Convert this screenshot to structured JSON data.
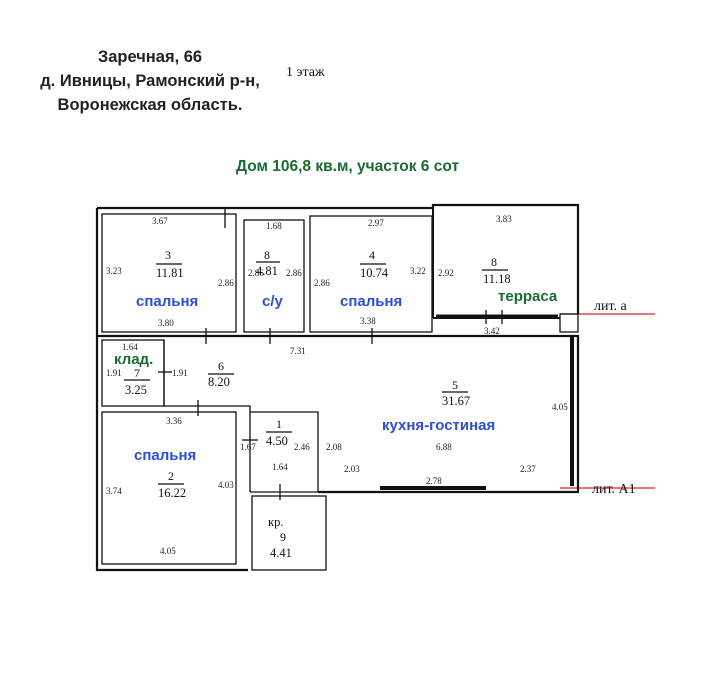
{
  "header": {
    "address_line1": "Заречная, 66",
    "address_line2": "д. Ивницы, Рамонский р-н,",
    "address_line3": "Воронежская область.",
    "floor": "1 этаж",
    "subtitle": "Дом 106,8 кв.м, участок 6 сот"
  },
  "rooms": {
    "r3": {
      "num": "3",
      "area": "11.81",
      "label": "спальня",
      "w_top": "3.67",
      "h_left": "3.23",
      "h_right": "2.86",
      "w_bottom": "3.80"
    },
    "r8": {
      "num": "8",
      "area": "4.81",
      "label": "с/у",
      "w_top": "1.68",
      "h_left": "2.86",
      "h_right": "2.86"
    },
    "r4": {
      "num": "4",
      "area": "10.74",
      "label": "спальня",
      "w_top": "2.97",
      "h_left": "2.86",
      "h_right": "3.22",
      "w_bottom": "3.38"
    },
    "r8t": {
      "num": "8",
      "area": "11.18",
      "label": "терраса",
      "w_top": "3.83",
      "h_left": "2.92",
      "w_bottom": "3.42"
    },
    "r7": {
      "num": "7",
      "area": "3.25",
      "label": "клад.",
      "w_top": "1.64",
      "h_left": "1.91",
      "h_right": "1.91"
    },
    "r6": {
      "num": "6",
      "area": "8.20",
      "w_top": "7.31",
      "w_bottom": "3.36"
    },
    "r5": {
      "num": "5",
      "area": "31.67",
      "label": "кухня-гостиная",
      "h_right": "4.05",
      "h_left": "2.08",
      "w_b1": "2.03",
      "w_b2": "2.78",
      "w_b3": "2.37",
      "inner": "6.88"
    },
    "r2": {
      "num": "2",
      "area": "16.22",
      "label": "спальня",
      "h_left": "3.74",
      "h_right": "4.03",
      "w_bottom": "4.05"
    },
    "r1": {
      "num": "1",
      "area": "4.50",
      "h_left": "1.67",
      "h_right": "2.46",
      "w_bottom": "1.64"
    },
    "r9": {
      "prefix": "кр.",
      "num": "9",
      "area": "4.41"
    }
  },
  "markers": {
    "lit_a": "лит. а",
    "lit_a1": "лит. А1"
  },
  "colors": {
    "wall": "#111111",
    "marker_line": "#d9262b",
    "label_blue": "#2a4fd6",
    "label_green": "#1a6b32"
  }
}
